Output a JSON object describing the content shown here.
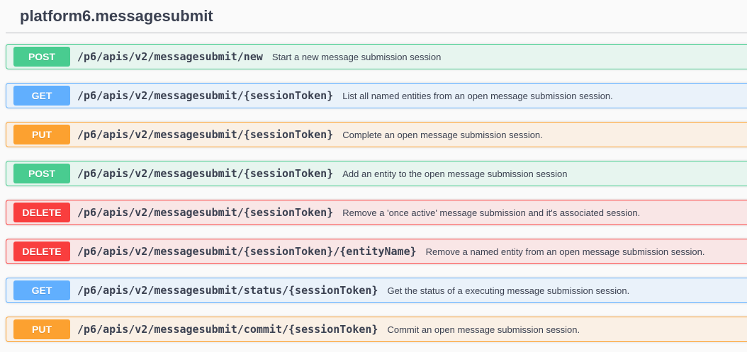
{
  "page": {
    "title": "platform6.messagesubmit"
  },
  "method_colors": {
    "post": "#49cc90",
    "get": "#61affe",
    "put": "#fca130",
    "delete": "#f93e3e"
  },
  "text_color": "#3b4151",
  "background_color": "#fafafa",
  "operations": [
    {
      "method": "POST",
      "method_key": "post",
      "path": "/p6/apis/v2/messagesubmit/new",
      "description": "Start a new message submission session"
    },
    {
      "method": "GET",
      "method_key": "get",
      "path": "/p6/apis/v2/messagesubmit/{sessionToken}",
      "description": "List all named entities from an open message submission session."
    },
    {
      "method": "PUT",
      "method_key": "put",
      "path": "/p6/apis/v2/messagesubmit/{sessionToken}",
      "description": "Complete an open message submission session."
    },
    {
      "method": "POST",
      "method_key": "post",
      "path": "/p6/apis/v2/messagesubmit/{sessionToken}",
      "description": "Add an entity to the open message submission session"
    },
    {
      "method": "DELETE",
      "method_key": "delete",
      "path": "/p6/apis/v2/messagesubmit/{sessionToken}",
      "description": "Remove a 'once active' message submission and it's associated session."
    },
    {
      "method": "DELETE",
      "method_key": "delete",
      "path": "/p6/apis/v2/messagesubmit/{sessionToken}/{entityName}",
      "description": "Remove a named entity from an open message submission session."
    },
    {
      "method": "GET",
      "method_key": "get",
      "path": "/p6/apis/v2/messagesubmit/status/{sessionToken}",
      "description": "Get the status of a executing message submission session."
    },
    {
      "method": "PUT",
      "method_key": "put",
      "path": "/p6/apis/v2/messagesubmit/commit/{sessionToken}",
      "description": "Commit an open message submission session."
    }
  ]
}
